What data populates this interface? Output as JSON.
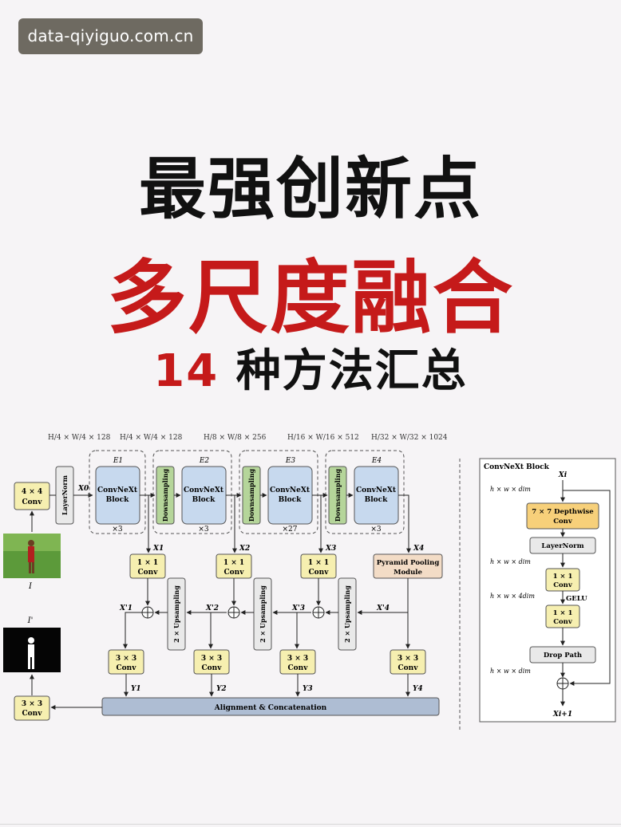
{
  "watermark": "data-qiyiguo.com.cn",
  "headline": {
    "line1": "最强创新点",
    "line2": "多尺度融合",
    "line3_num": "14",
    "line3_text": " 种方法汇总"
  },
  "diagram": {
    "dims": [
      "H/4 × W/4 × 128",
      "H/4 × W/4 × 128",
      "H/8 × W/8 × 256",
      "H/16 × W/16 × 512",
      "H/32 × W/32 × 1024"
    ],
    "conv4": "4 × 4",
    "conv_word": "Conv",
    "layernorm": "LayerNorm",
    "x0": "X0",
    "stage_labels": [
      "E1",
      "E2",
      "E3",
      "E4"
    ],
    "convnext_line1": "ConvNeXt",
    "convnext_line2": "Block",
    "repeats": [
      "×3",
      "×3",
      "×27",
      "×3"
    ],
    "downsampling": "Downsampling",
    "x_labels": [
      "X1",
      "X2",
      "X3",
      "X4"
    ],
    "xp_labels": [
      "X'1",
      "X'2",
      "X'3",
      "X'4"
    ],
    "one_by_one": "1 × 1",
    "three_by_three": "3 × 3",
    "ppm_line1": "Pyramid Pooling",
    "ppm_line2": "Module",
    "upsampling": "2 × Upsampling",
    "y_labels": [
      "Y1",
      "Y2",
      "Y3",
      "Y4"
    ],
    "align": "Alignment & Concatenation",
    "input_label": "I",
    "output_label": "I'",
    "block": {
      "title": "ConvNeXt Block",
      "xi": "Xi",
      "xi1": "Xi+1",
      "dim1": "h × w × dim",
      "depthwise_line1": "7 × 7 Depthwise",
      "depthwise_line2": "Conv",
      "layernorm": "LayerNorm",
      "dim2": "h × w × dim",
      "dim3": "h × w × 4dim",
      "gelu": "GELU",
      "droppath": "Drop Path",
      "dim4": "h × w × dim"
    },
    "colors": {
      "yellow": "#f6efb0",
      "blue": "#c7d9ee",
      "green": "#b5d59a",
      "gray": "#e9e9e9",
      "orange": "#f7d07a",
      "peach": "#f3dcc6",
      "bar": "#aebdd3"
    }
  }
}
